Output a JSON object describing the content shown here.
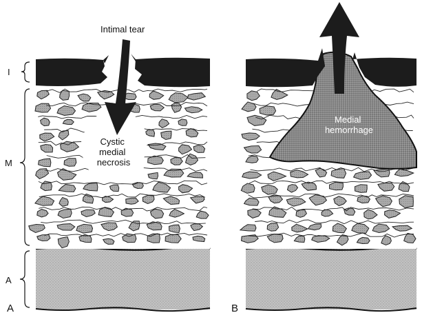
{
  "layer_labels": {
    "intima": "I",
    "media": "M",
    "adventitia": "A"
  },
  "panel_labels": {
    "left": "A",
    "right": "B"
  },
  "annotations": {
    "intimal_tear": "Intimal tear",
    "cystic_necrosis": [
      "Cystic",
      "medial",
      "necrosis"
    ],
    "medial_hemorrhage": [
      "Medial",
      "hemorrhage"
    ]
  },
  "colors": {
    "intima": "#1c1c1c",
    "adventitia": "#c4c4c4",
    "cell": "#a9a9a9",
    "hemorrhage": "#8e8e8e",
    "ink": "#111111"
  }
}
